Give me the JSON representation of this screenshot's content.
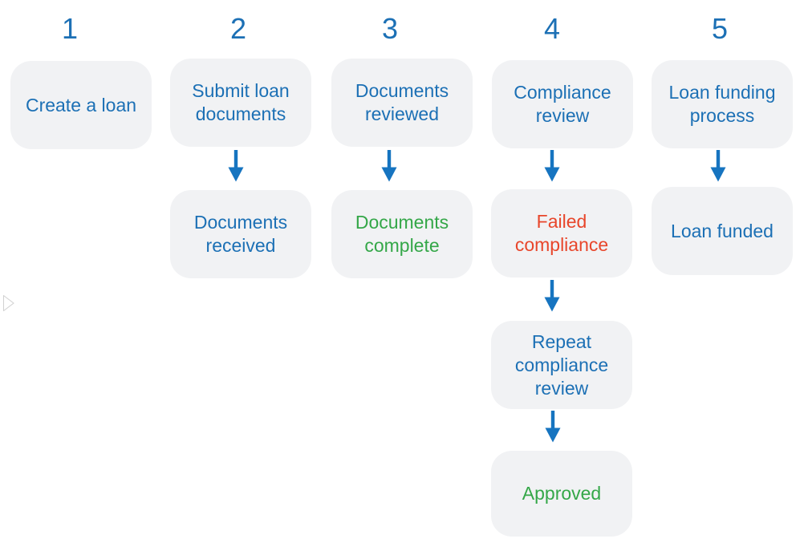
{
  "colors": {
    "blue": "#1C70B5",
    "green": "#34A748",
    "red": "#E8462B",
    "arrow": "#1674C0",
    "box_bg": "#F1F2F4",
    "page_bg": "#FFFFFF",
    "cursor_gray": "#C9C9C9"
  },
  "columns": [
    {
      "number": "1",
      "steps": [
        {
          "label": "Create a loan",
          "color": "blue"
        }
      ]
    },
    {
      "number": "2",
      "steps": [
        {
          "label": "Submit loan documents",
          "color": "blue"
        },
        {
          "label": "Documents received",
          "color": "blue"
        }
      ]
    },
    {
      "number": "3",
      "steps": [
        {
          "label": "Documents reviewed",
          "color": "blue"
        },
        {
          "label": "Documents complete",
          "color": "green"
        }
      ]
    },
    {
      "number": "4",
      "steps": [
        {
          "label": "Compliance review",
          "color": "blue"
        },
        {
          "label": "Failed compliance",
          "color": "red"
        },
        {
          "label": "Repeat compliance review",
          "color": "blue"
        },
        {
          "label": "Approved",
          "color": "green"
        }
      ]
    },
    {
      "number": "5",
      "steps": [
        {
          "label": "Loan funding process",
          "color": "blue"
        },
        {
          "label": "Loan funded",
          "color": "blue"
        }
      ]
    }
  ]
}
